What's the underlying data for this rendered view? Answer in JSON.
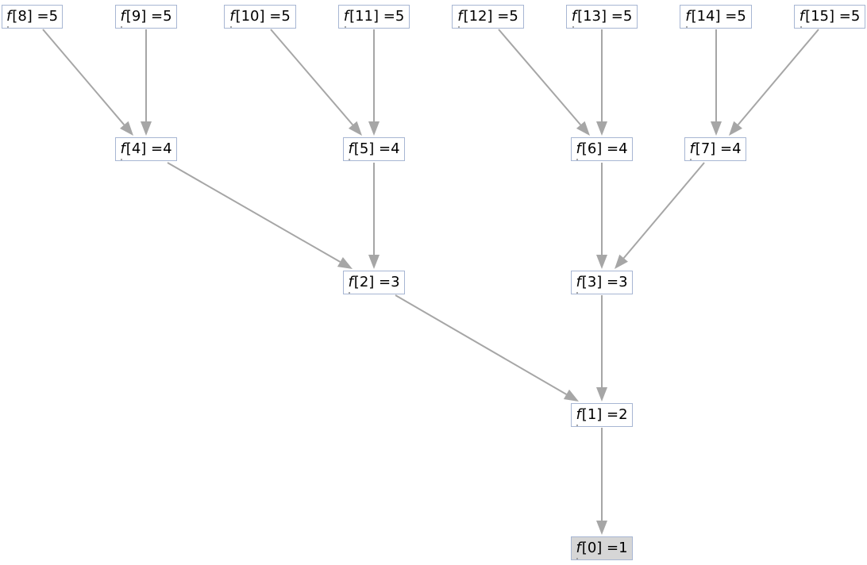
{
  "diagram": {
    "function_name": "f",
    "colors": {
      "edge": "#a6a6a6",
      "node_border": "#a7b6d3",
      "node_fill": "#ffffff",
      "root_fill": "#d6d6d6"
    },
    "nodes": [
      {
        "id": "n8",
        "arg": "8",
        "value": "5"
      },
      {
        "id": "n9",
        "arg": "9",
        "value": "5"
      },
      {
        "id": "n10",
        "arg": "10",
        "value": "5"
      },
      {
        "id": "n11",
        "arg": "11",
        "value": "5"
      },
      {
        "id": "n12",
        "arg": "12",
        "value": "5"
      },
      {
        "id": "n13",
        "arg": "13",
        "value": "5"
      },
      {
        "id": "n14",
        "arg": "14",
        "value": "5"
      },
      {
        "id": "n15",
        "arg": "15",
        "value": "5"
      },
      {
        "id": "n4",
        "arg": "4",
        "value": "4"
      },
      {
        "id": "n5",
        "arg": "5",
        "value": "4"
      },
      {
        "id": "n6",
        "arg": "6",
        "value": "4"
      },
      {
        "id": "n7",
        "arg": "7",
        "value": "4"
      },
      {
        "id": "n2",
        "arg": "2",
        "value": "3"
      },
      {
        "id": "n3",
        "arg": "3",
        "value": "3"
      },
      {
        "id": "n1",
        "arg": "1",
        "value": "2"
      },
      {
        "id": "n0",
        "arg": "0",
        "value": "1"
      }
    ],
    "edges": [
      {
        "from": "n8",
        "to": "n4"
      },
      {
        "from": "n9",
        "to": "n4"
      },
      {
        "from": "n10",
        "to": "n5"
      },
      {
        "from": "n11",
        "to": "n5"
      },
      {
        "from": "n12",
        "to": "n6"
      },
      {
        "from": "n13",
        "to": "n6"
      },
      {
        "from": "n14",
        "to": "n7"
      },
      {
        "from": "n15",
        "to": "n7"
      },
      {
        "from": "n4",
        "to": "n2"
      },
      {
        "from": "n5",
        "to": "n2"
      },
      {
        "from": "n6",
        "to": "n3"
      },
      {
        "from": "n7",
        "to": "n3"
      },
      {
        "from": "n2",
        "to": "n1"
      },
      {
        "from": "n3",
        "to": "n1"
      },
      {
        "from": "n1",
        "to": "n0"
      }
    ]
  }
}
